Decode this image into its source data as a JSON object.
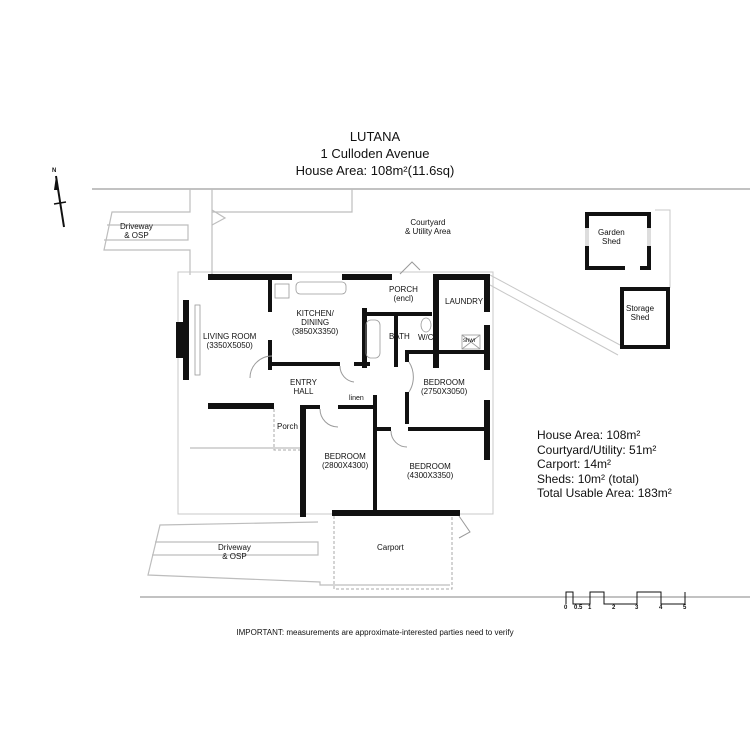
{
  "header": {
    "suburb": "LUTANA",
    "address": "1 Culloden Avenue",
    "house_area": "House Area: 108m²(11.6sq)"
  },
  "compass": {
    "label": "N",
    "icon": "north-arrow-icon"
  },
  "areas": {
    "driveway_top": {
      "line1": "Driveway",
      "line2": "& OSP"
    },
    "courtyard": {
      "line1": "Courtyard",
      "line2": "& Utility Area"
    },
    "garden_shed": {
      "line1": "Garden",
      "line2": "Shed"
    },
    "storage_shed": {
      "line1": "Storage",
      "line2": "Shed"
    },
    "driveway_bottom": {
      "line1": "Driveway",
      "line2": "& OSP"
    },
    "carport": {
      "line1": "Carport"
    },
    "porch_front": {
      "line1": "Porch"
    }
  },
  "rooms": {
    "living": {
      "name": "LIVING ROOM",
      "dims": "(3350X5050)"
    },
    "kitchen": {
      "name1": "KITCHEN/",
      "name2": "DINING",
      "dims": "(3850X3350)"
    },
    "porch_encl": {
      "name": "PORCH",
      "dims": "(encl)"
    },
    "laundry": {
      "name": "LAUNDRY"
    },
    "bath": {
      "name": "BATH"
    },
    "wc": {
      "name": "W/C"
    },
    "shower": {
      "name": "shwr"
    },
    "entry": {
      "name1": "ENTRY",
      "name2": "HALL"
    },
    "linen": {
      "name": "linen"
    },
    "bedroom_east": {
      "name": "BEDROOM",
      "dims": "(2750X3050)"
    },
    "bedroom_sw": {
      "name": "BEDROOM",
      "dims": "(2800X4300)"
    },
    "bedroom_se": {
      "name": "BEDROOM",
      "dims": "(4300X3350)"
    }
  },
  "summary": {
    "lines": [
      "House Area: 108m²",
      "Courtyard/Utility: 51m²",
      "Carport: 14m²",
      "Sheds: 10m² (total)",
      "Total Usable Area: 183m²"
    ]
  },
  "scale_bar": {
    "ticks": [
      "0",
      "0.5",
      "1",
      "2",
      "3",
      "4",
      "5"
    ]
  },
  "footer": {
    "note": "IMPORTANT: measurements are approximate-interested parties need to verify"
  },
  "colors": {
    "wall": "#111111",
    "outline": "#bdbdbd",
    "background": "#ffffff"
  }
}
